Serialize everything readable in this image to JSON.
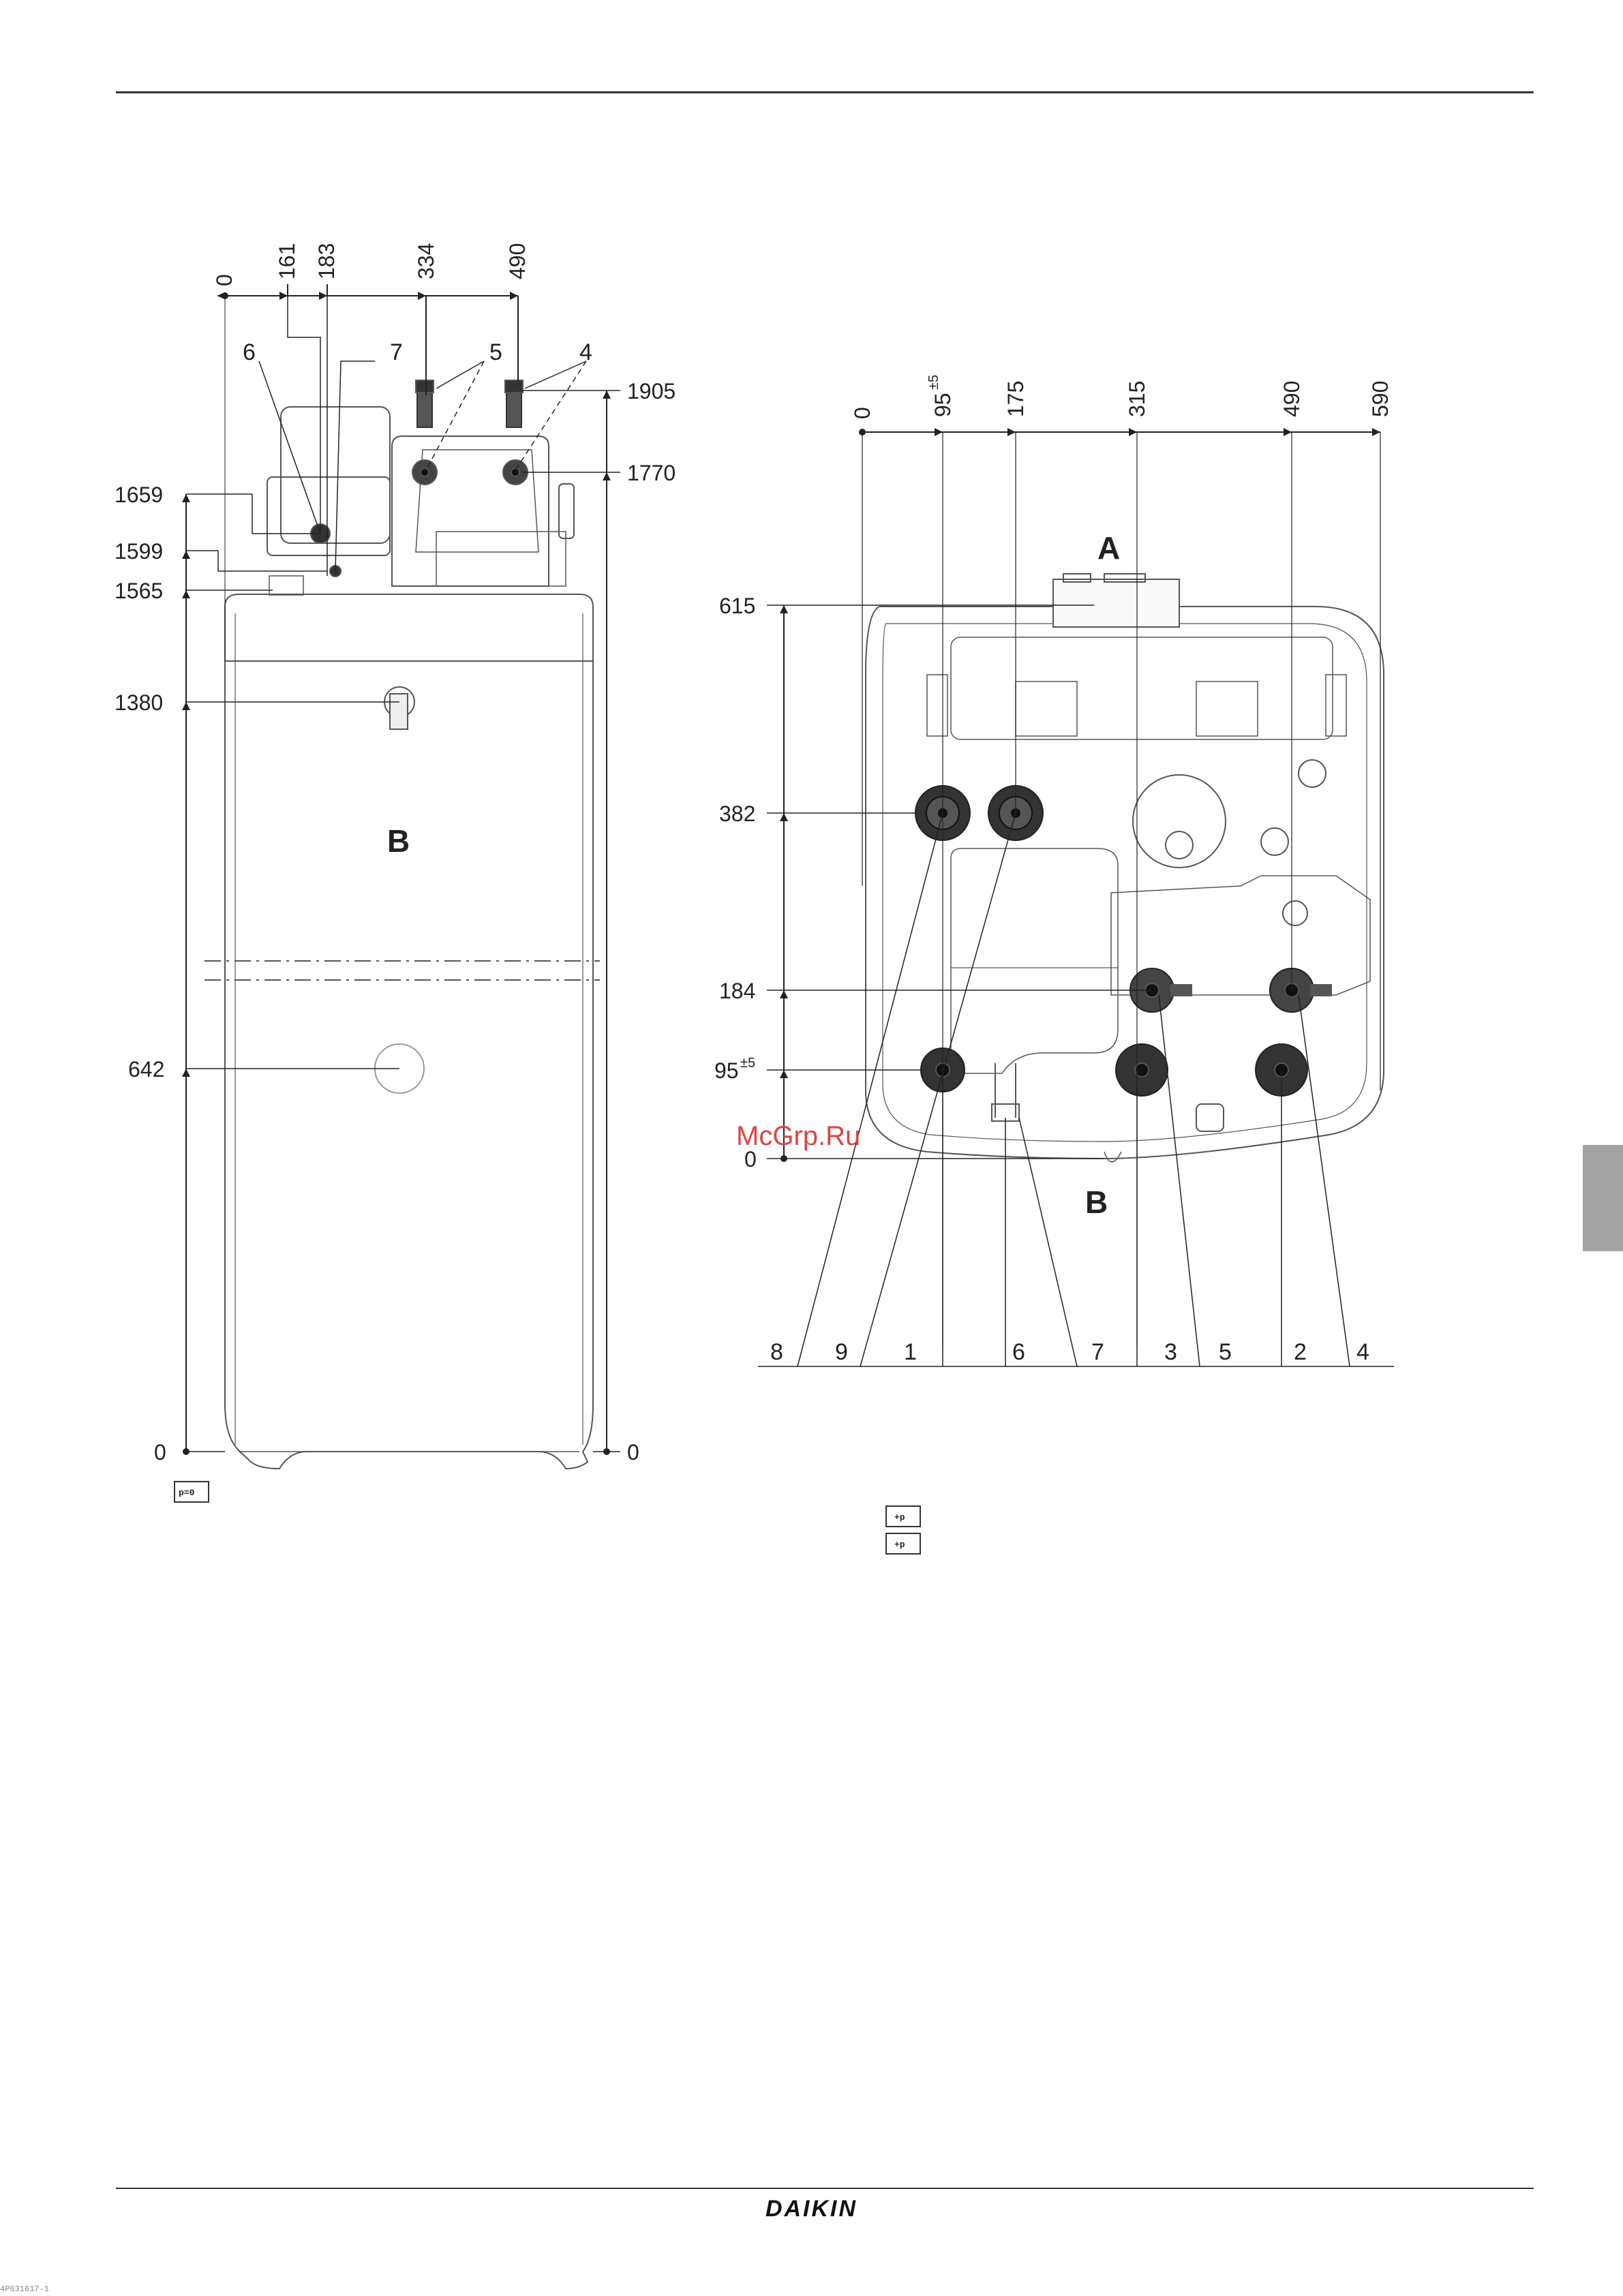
{
  "page": {
    "brand": "DAIKIN",
    "watermark": "McGrp.Ru",
    "footer_code": "4P631617-1"
  },
  "side_view": {
    "top_dims": [
      "0",
      "161",
      "183",
      "334",
      "490"
    ],
    "left_dims": [
      "1659",
      "1599",
      "1565",
      "1380",
      "642",
      "0"
    ],
    "right_dims": [
      "1905",
      "1770",
      "0"
    ],
    "callouts": [
      "6",
      "7",
      "5",
      "4"
    ],
    "label_b": "B",
    "icon_text": "p=0"
  },
  "top_view": {
    "top_dims": [
      "0",
      "95",
      "175",
      "315",
      "490",
      "590"
    ],
    "top_dim_tolerance": "±5",
    "left_dims": [
      "615",
      "382",
      "184",
      "95",
      "0"
    ],
    "left_dim_tolerance": "±5",
    "label_a": "A",
    "label_b": "B",
    "callouts": [
      "8",
      "9",
      "1",
      "6",
      "7",
      "3",
      "5",
      "2",
      "4"
    ],
    "icon_text_1": "+p",
    "icon_text_2": "+p"
  }
}
